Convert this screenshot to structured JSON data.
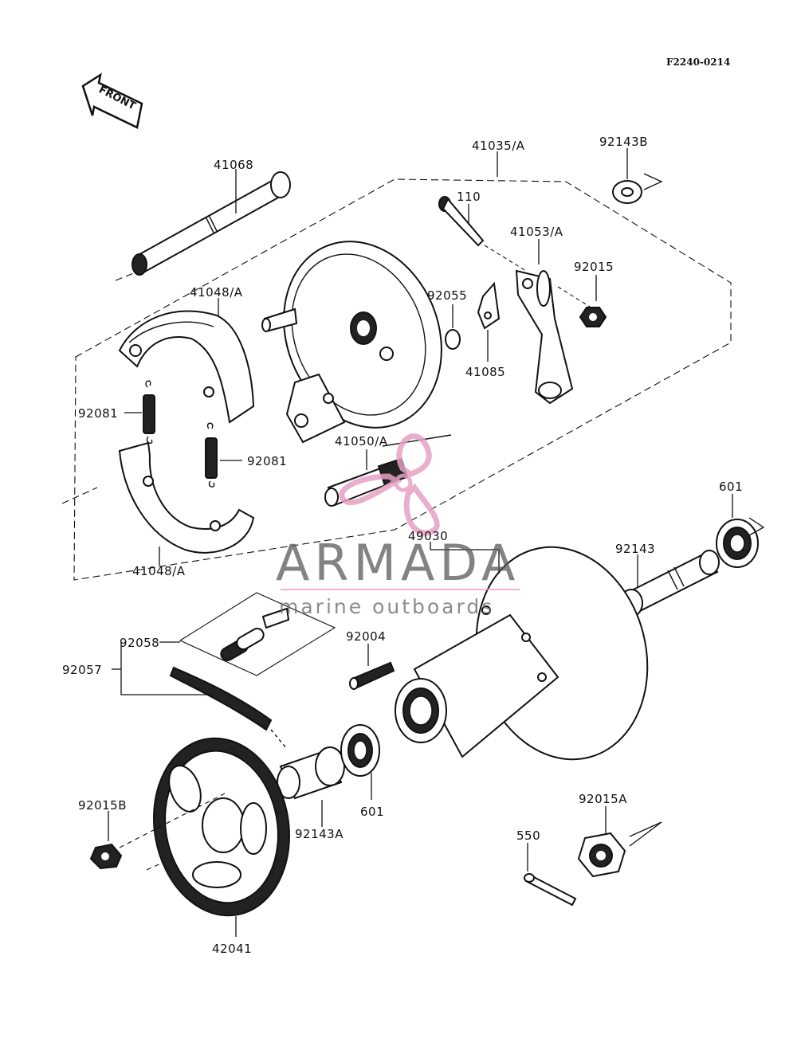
{
  "diagram_code": "F2240-0214",
  "front_label": "FRONT",
  "watermark": {
    "brand": "ARMADA",
    "tagline": "marine outboards",
    "logo_color": "#e6a3c6"
  },
  "part_labels": {
    "p41068": "41068",
    "p41035": "41035/A",
    "p92143B": "92143B",
    "p110": "110",
    "p41053": "41053/A",
    "p92015": "92015",
    "p41048_top": "41048/A",
    "p92055": "92055",
    "p41085": "41085",
    "p92081_left": "92081",
    "p92081_right": "92081",
    "p41050": "41050/A",
    "p601_right": "601",
    "p41048_bottom": "41048/A",
    "p49030": "49030",
    "p92143": "92143",
    "p92058": "92058",
    "p92004": "92004",
    "p92057": "92057",
    "p92015B": "92015B",
    "p92143A": "92143A",
    "p601_left": "601",
    "p92015A": "92015A",
    "p550": "550",
    "p42041": "42041"
  }
}
